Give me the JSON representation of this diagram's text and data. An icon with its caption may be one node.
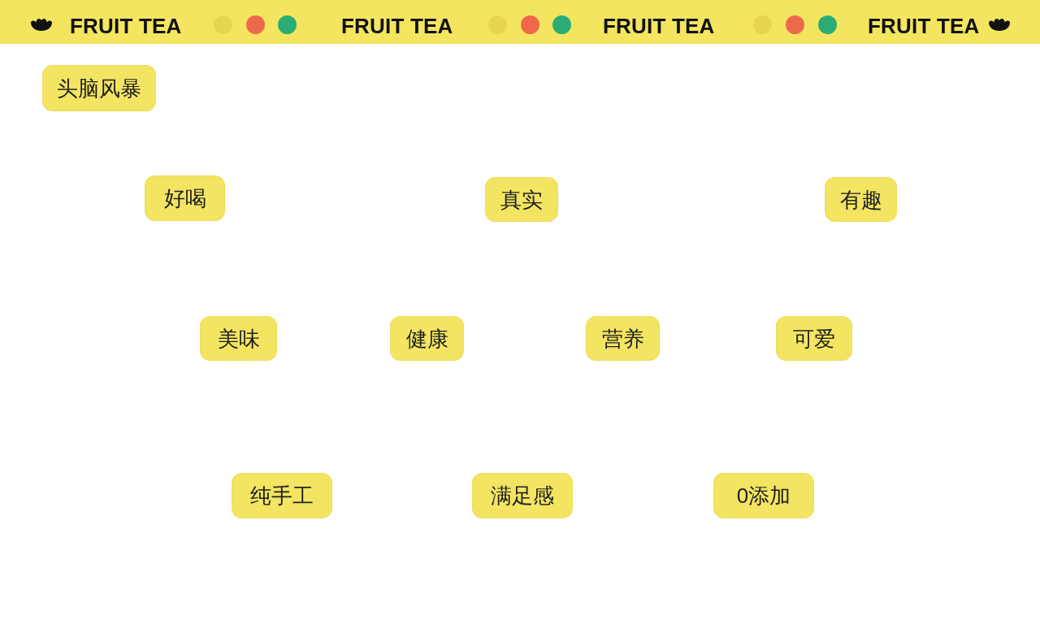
{
  "diagram": {
    "nodes": [
      {
        "text": [
          "头脑风暴"
        ]
      },
      {
        "text": [
          "好喝"
        ]
      },
      {
        "text": [
          "真实"
        ]
      },
      {
        "text": [
          "有趣"
        ]
      },
      {
        "text": [
          "美味"
        ]
      },
      {
        "text": [
          "健康"
        ]
      },
      {
        "text": [
          "营养"
        ]
      },
      {
        "text": [
          "可爱"
        ]
      },
      {
        "text": [
          "纯手工"
        ]
      },
      {
        "text": [
          "满足感"
        ]
      },
      {
        "text": [
          "0添加"
        ]
      }
    ],
    "labels": [
      "FRUIT TEA",
      "FRUIT TEA",
      "FRUIT TEA",
      "FRUIT TEA"
    ]
  }
}
